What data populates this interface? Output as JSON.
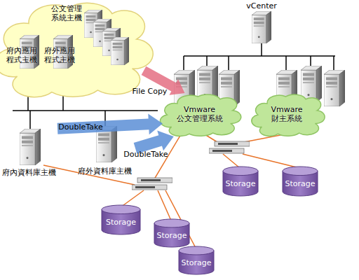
{
  "diagram": {
    "nodes": [
      {
        "text": [
          "公文管理 系統主機"
        ]
      },
      {
        "text": [
          "府內應用 程式主機"
        ],
        "in": 0
      },
      {
        "text": [
          "府外應用 程式主機"
        ],
        "in": 0
      },
      {
        "text": [
          "府內資料庫主機"
        ]
      },
      {
        "text": [
          "府外資料庫主機"
        ]
      },
      {
        "text": [
          "vCenter"
        ]
      },
      {
        "text": [
          "Vmware 公文管理系統"
        ]
      },
      {
        "text": [
          "Vmware 財主系統"
        ]
      },
      {
        "text": [
          "Storage"
        ]
      },
      {
        "text": [
          "Storage"
        ]
      },
      {
        "text": [
          "Storage"
        ]
      },
      {
        "text": [
          "Storage"
        ]
      },
      {
        "text": [
          "Storage"
        ]
      }
    ],
    "edges": [
      {
        "from": 3,
        "to": 6,
        "arrow": "to",
        "label": "DoubleTake"
      },
      {
        "from": 4,
        "to": 6,
        "arrow": "to",
        "label": "DoubleTake"
      },
      {
        "from": 0,
        "to": 6,
        "arrow": "to",
        "label": "File Copy"
      }
    ]
  }
}
